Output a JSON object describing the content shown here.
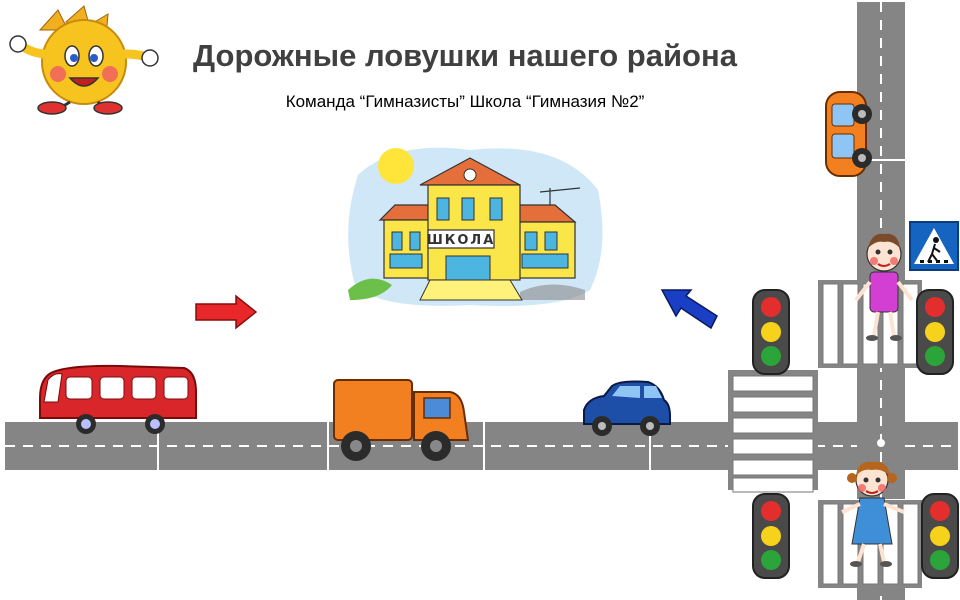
{
  "slide": {
    "title": "Дорожные ловушки нашего района",
    "subtitle": "Команда “Гимназисты” Школа “Гимназия №2”",
    "school_sign": "ШКОЛА"
  },
  "icons": [
    "sun-mascot-icon",
    "school-building-icon",
    "bus-icon",
    "truck-icon",
    "blue-car-icon",
    "orange-car-icon",
    "traffic-light-icon",
    "pedestrian-crossing-sign-icon",
    "red-arrow-icon",
    "blue-arrow-icon",
    "boy-pedestrian-icon",
    "girl-pedestrian-icon"
  ],
  "colors": {
    "road": "#858585",
    "road_line": "#ffffff",
    "red_arrow": "#e8272a",
    "blue_arrow": "#1b3fc4",
    "sign_blue": "#1565c0"
  }
}
